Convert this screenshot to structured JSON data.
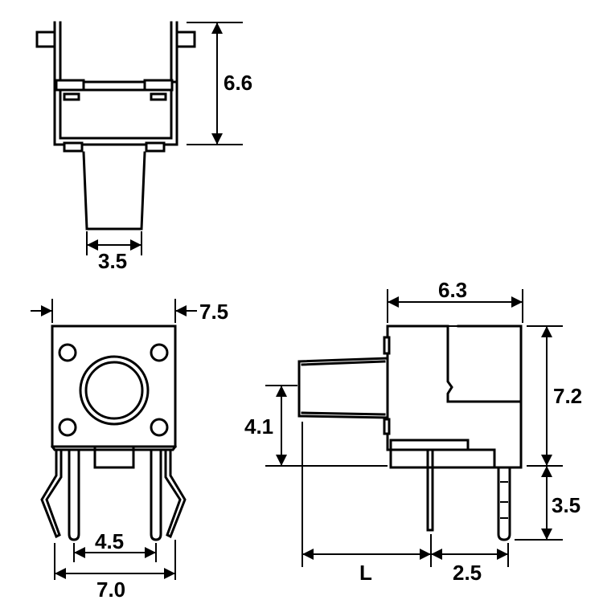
{
  "dimensions": {
    "top_height": "6.6",
    "top_stem_width": "3.5",
    "front_body_width": "7.5",
    "front_lead_spacing_inner": "4.5",
    "front_lead_spacing_outer": "7.0",
    "side_body_depth": "6.3",
    "side_body_height": "7.2",
    "side_actuator_height": "4.1",
    "side_lead_length": "3.5",
    "side_actuator_length": "L",
    "side_pin_spacing": "2.5"
  }
}
